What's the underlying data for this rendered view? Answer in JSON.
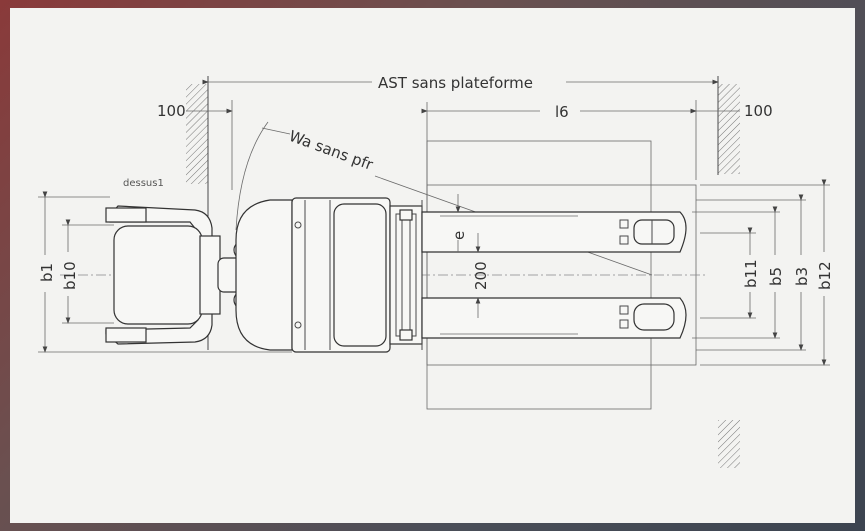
{
  "labels": {
    "ast": "AST sans plateforme",
    "l6": "l6",
    "wa": "Wa sans pfr",
    "clear_left": "100",
    "clear_right": "100",
    "view": "dessus1",
    "b1": "b1",
    "b10": "b10",
    "e": "e",
    "d200": "200",
    "b11": "b11",
    "b5": "b5",
    "b3": "b3",
    "b12": "b12"
  }
}
